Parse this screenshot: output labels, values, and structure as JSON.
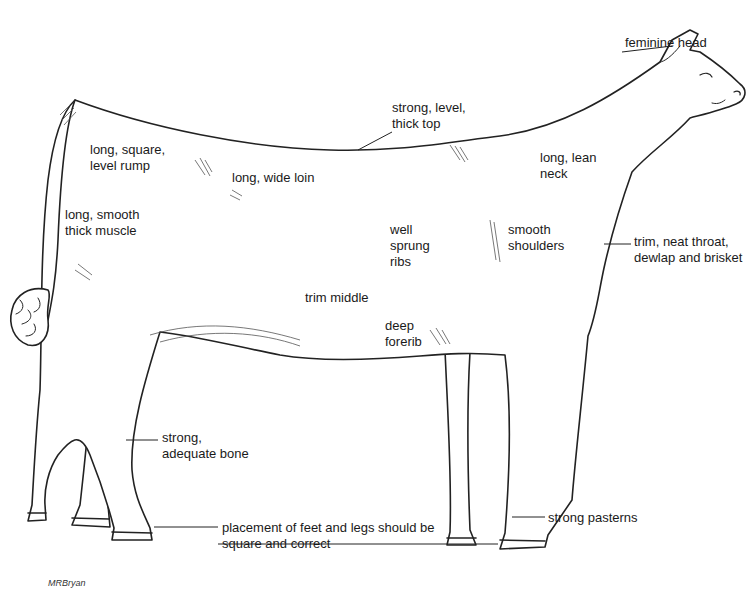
{
  "diagram": {
    "labels": [
      "feminine head",
      "strong, level, thick top",
      "long, square, level rump",
      "long, wide loin",
      "long, lean neck",
      "long, smooth thick muscle",
      "well sprung ribs",
      "smooth shoulders",
      "trim, neat throat, dewlap and brisket",
      "trim middle",
      "deep forerib",
      "strong, adequate bone",
      "placement of feet and legs should be square and correct",
      "strong pasterns",
      "MRBryan"
    ]
  }
}
